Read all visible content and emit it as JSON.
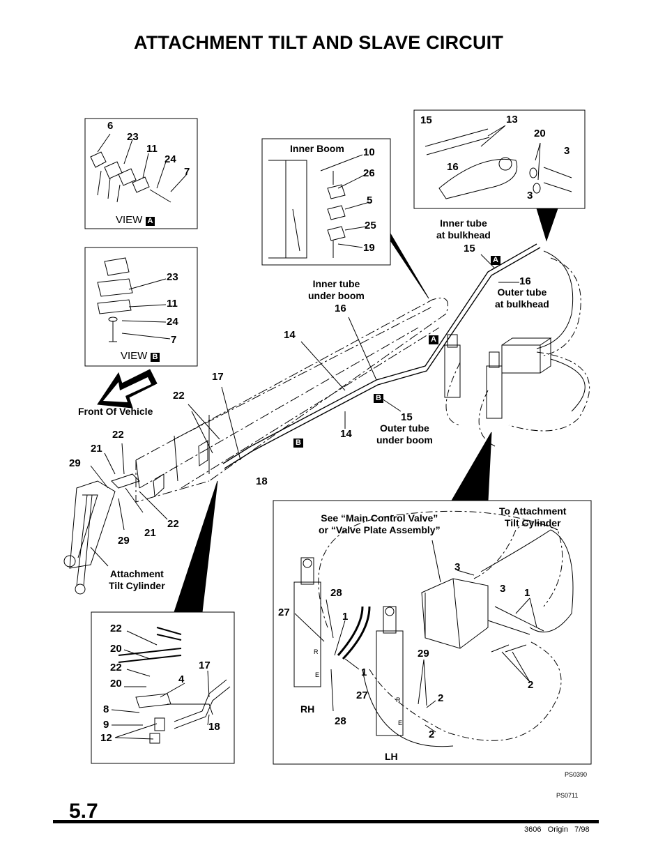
{
  "title": "ATTACHMENT TILT AND SLAVE CIRCUIT",
  "section_number": "5.7",
  "footer": "3606   Origin   7/98",
  "codes": {
    "code1": "PS0390",
    "code2": "PS0711"
  },
  "views": {
    "a_label": "VIEW",
    "a_tag": "A",
    "b_label": "VIEW",
    "b_tag": "B"
  },
  "callout_tags": {
    "a": "A",
    "b": "B"
  },
  "valve_letters": {
    "r": "R",
    "e": "E"
  },
  "captions": {
    "inner_boom": "Inner Boom",
    "inner_tube_bulkhead": "Inner tube\nat bulkhead",
    "outer_tube_bulkhead": "Outer tube\nat bulkhead",
    "inner_tube_under_boom": "Inner tube\nunder boom",
    "outer_tube_under_boom": "Outer tube\nunder boom",
    "front_of_vehicle": "Front Of Vehicle",
    "attachment_tilt_cylinder": "Attachment\nTilt Cylinder",
    "see_main_control_valve": "See “Main Control Valve”\nor “Valve Plate Assembly”",
    "to_attachment_tilt_cylinder": "To Attachment\nTilt Cylinder",
    "rh": "RH",
    "lh": "LH"
  },
  "callouts": [
    "6",
    "23",
    "11",
    "24",
    "7",
    "23",
    "11",
    "24",
    "7",
    "10",
    "26",
    "5",
    "25",
    "19",
    "15",
    "13",
    "20",
    "3",
    "16",
    "3",
    "15",
    "16",
    "16",
    "14",
    "14",
    "15",
    "17",
    "22",
    "22",
    "21",
    "29",
    "18",
    "22",
    "21",
    "29",
    "29",
    "28",
    "27",
    "1",
    "1",
    "27",
    "28",
    "3",
    "3",
    "1",
    "29",
    "2",
    "2",
    "2",
    "22",
    "20",
    "22",
    "20",
    "4",
    "17",
    "8",
    "9",
    "12",
    "18"
  ]
}
